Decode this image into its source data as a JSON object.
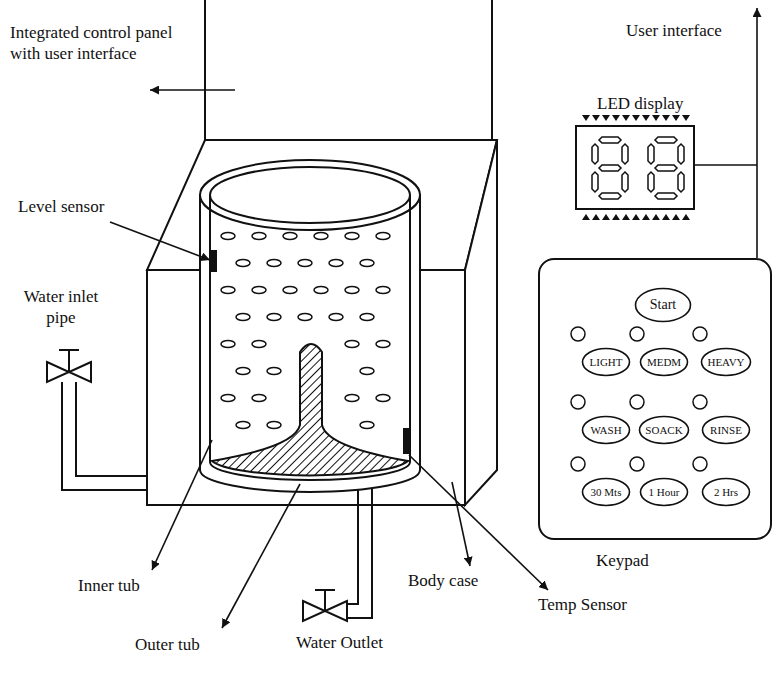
{
  "diagram": {
    "nodes": [
      {
        "text": [
          "LED display"
        ]
      },
      {
        "text": [
          "Keypad"
        ]
      },
      {
        "text": [
          "Start"
        ],
        "in": 1
      },
      {
        "text": [
          "LIGHT"
        ],
        "in": 1
      },
      {
        "text": [
          "MEDM"
        ],
        "in": 1
      },
      {
        "text": [
          "HEAVY"
        ],
        "in": 1
      },
      {
        "text": [
          "WASH"
        ],
        "in": 1
      },
      {
        "text": [
          "SOACK"
        ],
        "in": 1
      },
      {
        "text": [
          "RINSE"
        ],
        "in": 1
      },
      {
        "text": [
          "30 Mts"
        ],
        "in": 1
      },
      {
        "text": [
          "1 Hour"
        ],
        "in": 1
      },
      {
        "text": [
          "2 Hrs"
        ],
        "in": 1
      }
    ],
    "labels": [
      "Integrated control panel with user interface",
      "User interface",
      "Level sensor",
      "Water inlet pipe",
      "Inner tub",
      "Outer tub",
      "Water Outlet",
      "Body case",
      "Temp Sensor"
    ]
  }
}
